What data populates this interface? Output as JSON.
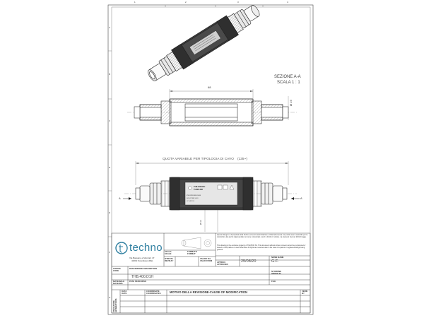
{
  "frame": {
    "col_numbers": [
      "1",
      "2",
      "3",
      "4"
    ],
    "row_letters": [
      "A",
      "B",
      "C",
      "D",
      "E",
      "F",
      "G"
    ]
  },
  "view_section": {
    "title": "SEZIONE A-A",
    "scale": "SCALA 1 : 1",
    "dim_length": "68",
    "dim_diameter": "Ø 16"
  },
  "view_front": {
    "variable_note": "QUOTA VARIABILE PER TIPOLOGIA DI CAVO",
    "variable_value": "(135~)",
    "dim_diameter": "Ø 34",
    "section_mark": "A",
    "label_lines": [
      "THB.400.D1H",
      "TH400-400",
      "IP68 IP69 EN 62444",
      "SOLO PER USO",
      "LV 0,6/1 kV"
    ]
  },
  "title_block": {
    "company": "techno",
    "address_line1": "Via Bassano e Monzali, 47",
    "address_line2": "42019 Scandiano (RE)",
    "notice_it": "Questo disegno è di proprietà della Techno ed senza autorizzazione scritta della stessa non potrà essere riprodotto per la costruzione del pezzo rappresentato né viene comunicato a terzi o fornito in visione. La stessa si riserva i diritti di legge.",
    "notice_en": "This drawing is the exclusive property of TECHNO Srl. This document without written consent cannot be reproduced or issued to third parties or used otherwise. All rights are reserved also in the case of a patent or registered design being granted.",
    "scale_label": "SCALA\nSCALE",
    "format_label": "FORMATO\nFORMAT",
    "rev_label": "N°REVIS.\nREVIS.N°",
    "valid_label": "VALIDO DA\nVALID FROM",
    "approved_label": "APPROV.\nAPPROVED",
    "date_value": "25/08/20",
    "name_header": "NOME NAME",
    "name_value": "G.F.",
    "code_label": "CODICE\nCODE",
    "desc_label": "DESCRIZIONE DESCRIPTION",
    "code_value": "THB.400.D1H",
    "order_label": "N°ORDINE\nORDER N°",
    "material_label": "MATERIALE\nMATERIAL",
    "path_label": "PATH PERCORSO",
    "file_label": "FILE",
    "var_label": "VARIAZIONE\nALTERATIONS",
    "data_label": "DATA\nDATE",
    "coord_label": "COORDINATE\nCOORDINATES",
    "motivo_label": "MOTIVO DELLA REVISIONE-CAUSE OF MODIFICATION",
    "verif_label": "VERIF.\nBY"
  },
  "colors": {
    "line": "#333333",
    "brand_blue": "#2f7fa0",
    "brand_green": "#2a9a6a"
  }
}
